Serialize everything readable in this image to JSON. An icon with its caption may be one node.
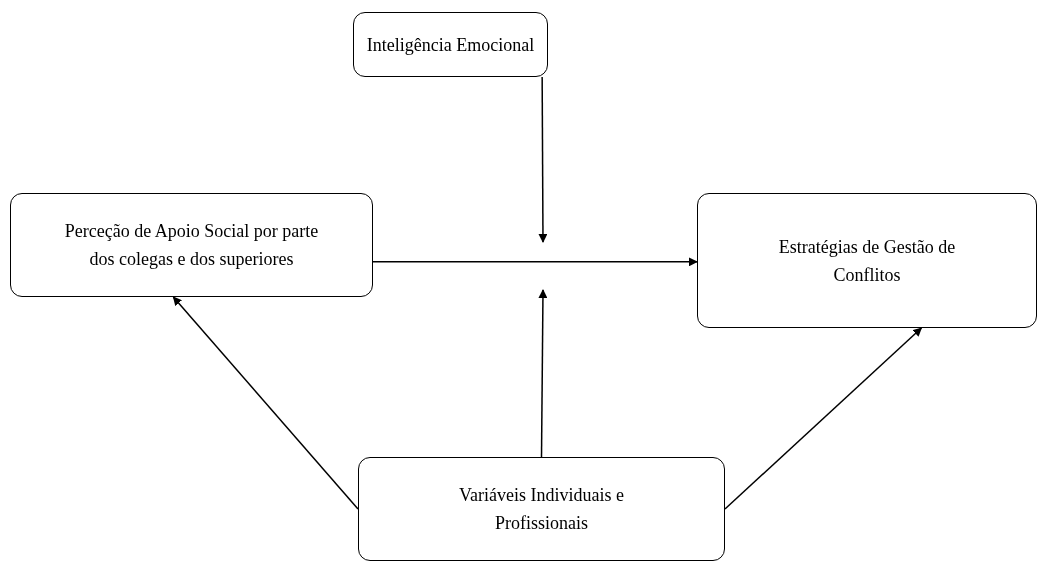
{
  "diagram": {
    "nodes": [
      {
        "text": [
          "Inteligência Emocional"
        ]
      },
      {
        "text": [
          "Perceção de Apoio Social por parte dos colegas e dos superiores"
        ]
      },
      {
        "text": [
          "Estratégias de Gestão de Conflitos"
        ]
      },
      {
        "text": [
          "Variáveis Individuais e Profissionais"
        ]
      }
    ],
    "edges": [
      {
        "from": 1,
        "to": 2,
        "arrow": "to"
      },
      {
        "from": 0,
        "to": null,
        "arrow": "to"
      },
      {
        "from": 3,
        "to": null,
        "arrow": "to"
      },
      {
        "from": 3,
        "to": 1,
        "arrow": "to"
      },
      {
        "from": 3,
        "to": 2,
        "arrow": "to"
      }
    ]
  }
}
